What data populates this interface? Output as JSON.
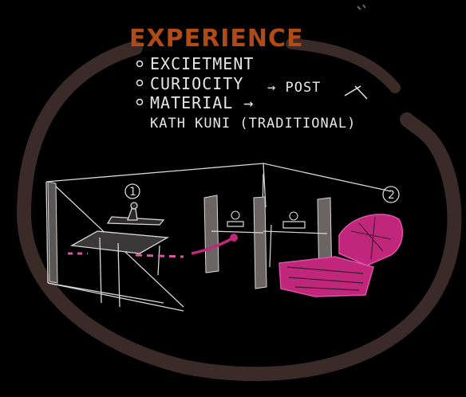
{
  "title": "EXPERIENCE",
  "notes": {
    "bullet1": "EXCIETMENT",
    "bullet2": "CURIOCITY",
    "bullet2_arrow": "→ POST",
    "bullet3": "MATERIAL →",
    "bullet3_cont": "KATH KUNI (TRADITIONAL)"
  },
  "markers": {
    "one": "1",
    "two": "2"
  },
  "colors": {
    "background": "#000000",
    "frame": "#3a2a28",
    "title_ink": "#b04a16",
    "note_ink": "#e8e6e6",
    "accent_magenta": "#c0267a",
    "accent_pink": "#e050a8"
  }
}
